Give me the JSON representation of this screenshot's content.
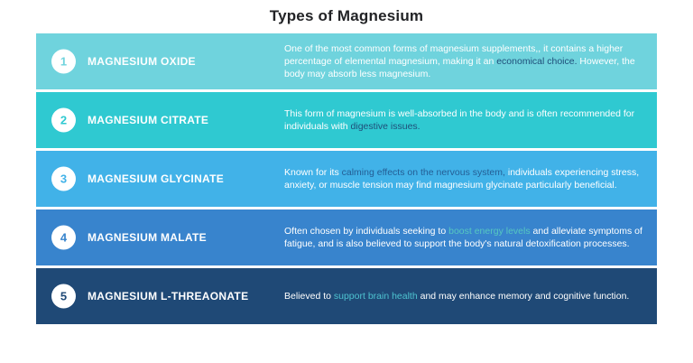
{
  "title": "Types of Magnesium",
  "colors": {
    "background": "#ffffff",
    "title_text": "#222326",
    "row_text": "#ffffff"
  },
  "rows": [
    {
      "number": "1",
      "name": "MAGNESIUM OXIDE",
      "row_color": "#6FD3DD",
      "highlight_color": "#1F4E79",
      "description": [
        {
          "text": "One of the most common forms of magnesium supplements,, it contains a higher percentage of elemental magnesium, making it an ",
          "highlight": false
        },
        {
          "text": "economical choice.",
          "highlight": true
        },
        {
          "text": " However, the body may absorb less magnesium.",
          "highlight": false
        }
      ]
    },
    {
      "number": "2",
      "name": "MAGNESIUM CITRATE",
      "row_color": "#2FC9D1",
      "highlight_color": "#1F4E79",
      "description": [
        {
          "text": "This form of magnesium is well-absorbed in the body and is often recommended for individuals with ",
          "highlight": false
        },
        {
          "text": "digestive issues.",
          "highlight": true
        }
      ]
    },
    {
      "number": "3",
      "name": "MAGNESIUM GLYCINATE",
      "row_color": "#41B2E8",
      "highlight_color": "#245E95",
      "description": [
        {
          "text": "Known for its ",
          "highlight": false
        },
        {
          "text": "calming effects on the nervous system,",
          "highlight": true
        },
        {
          "text": " individuals experiencing stress, anxiety, or muscle tension may find magnesium glycinate particularly beneficial.",
          "highlight": false
        }
      ]
    },
    {
      "number": "4",
      "name": "MAGNESIUM MALATE",
      "row_color": "#3884CD",
      "highlight_color": "#56C8C0",
      "description": [
        {
          "text": "Often chosen by individuals seeking to ",
          "highlight": false
        },
        {
          "text": "boost energy levels",
          "highlight": true
        },
        {
          "text": " and alleviate symptoms of fatigue, and is also believed to support the body's natural detoxification processes.",
          "highlight": false
        }
      ]
    },
    {
      "number": "5",
      "name": "MAGNESIUM L-THREAONATE",
      "row_color": "#1F4976",
      "highlight_color": "#4EC3D0",
      "description": [
        {
          "text": "Believed to ",
          "highlight": false
        },
        {
          "text": "support brain health",
          "highlight": true
        },
        {
          "text": " and may enhance memory and cognitive function.",
          "highlight": false
        }
      ]
    }
  ]
}
